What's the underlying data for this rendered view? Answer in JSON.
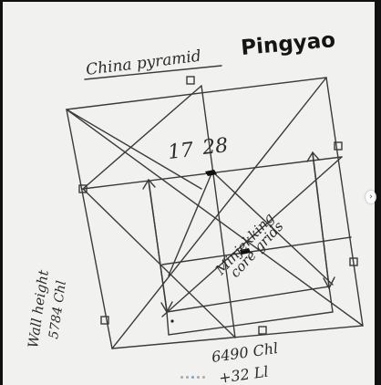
{
  "photo": {
    "title_left": "China pyramid",
    "title_right": "Pingyao",
    "measure_top": "17",
    "measure_top2": "28",
    "diagonal_note_1": "Minjekking",
    "diagonal_note_2": "core grids",
    "side_note_1": "Wall height",
    "side_note_2": "5784 Chl",
    "bottom_note_1": "6490 Chl",
    "bottom_note_2": "+32 Ll"
  },
  "carousel": {
    "next_icon": "chevron-right-icon",
    "page_count": 5,
    "active_page": 3
  },
  "colors": {
    "ink": "#2a2a2a",
    "paper": "#f1f1ef",
    "frame": "#111111"
  }
}
